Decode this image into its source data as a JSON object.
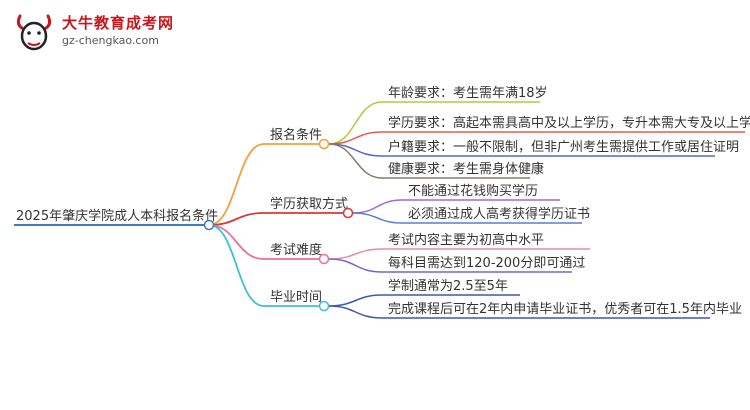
{
  "logo": {
    "title": "大牛教育成考网",
    "url": "gz-chengkao.com",
    "mark_text": "大牛",
    "accent": "#c8161d"
  },
  "mindmap": {
    "root": "2025年肇庆学院成人本科报名条件",
    "branches": [
      {
        "label": "报名条件",
        "color": "#f0a03c",
        "children": [
          {
            "text": "年龄要求：考生需年满18岁",
            "color": "#b5c93a"
          },
          {
            "text": "学历要求：高起本需具高中及以上学历，专升本需大专及以上学历",
            "color": "#e35a4f"
          },
          {
            "text": "户籍要求：一般不限制，但非广州考生需提供工作或居住证明",
            "color": "#5566c8"
          },
          {
            "text": "健康要求：考生需身体健康",
            "color": "#8a7a6a"
          }
        ]
      },
      {
        "label": "学历获取方式",
        "color": "#d8383a",
        "children": [
          {
            "text": "不能通过花钱购买学历",
            "color": "#a06ad0"
          },
          {
            "text": "必须通过成人高考获得学历证书",
            "color": "#5a7ad8"
          }
        ]
      },
      {
        "label": "考试难度",
        "color": "#f06c9b",
        "children": [
          {
            "text": "考试内容主要为初高中水平",
            "color": "#e88aa8"
          },
          {
            "text": "每科目需达到120-200分即可通过",
            "color": "#6a6ad0"
          }
        ]
      },
      {
        "label": "毕业时间",
        "color": "#3cc0d8",
        "children": [
          {
            "text": "学制通常为2.5至5年",
            "color": "#3a5ab0"
          },
          {
            "text": "完成课程后可在2年内申请毕业证书，优秀者可在1.5年内毕业",
            "color": "#3a5ab0"
          }
        ]
      }
    ]
  }
}
